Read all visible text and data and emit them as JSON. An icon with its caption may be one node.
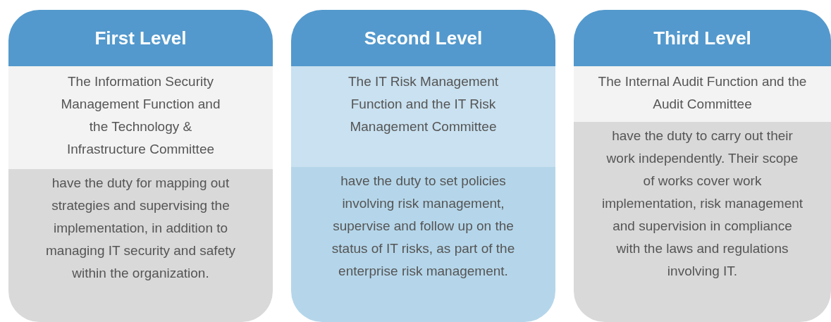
{
  "diagram": {
    "nodes": [
      {
        "text": [
          "First Level"
        ]
      },
      {
        "text": [
          "The Information Security Management Function and the Technology & Infrastructure Committee"
        ]
      },
      {
        "text": [
          "have the duty for mapping out strategies and supervising the implementation, in addition to managing IT security and safety within the organization."
        ]
      },
      {
        "text": [
          "Second Level"
        ]
      },
      {
        "text": [
          "The IT Risk Management Function and the IT Risk Management Committee"
        ]
      },
      {
        "text": [
          "have the duty to set policies involving risk management, supervise and follow up on the status of IT risks, as part of the enterprise risk management."
        ]
      },
      {
        "text": [
          "Third Level"
        ]
      },
      {
        "text": [
          "The Internal Audit Function and the Audit Committee"
        ]
      },
      {
        "text": [
          "have the duty to carry out their work independently. Their scope of works cover work implementation, risk management and supervision in compliance with the laws and regulations involving IT."
        ]
      }
    ],
    "edges": []
  }
}
